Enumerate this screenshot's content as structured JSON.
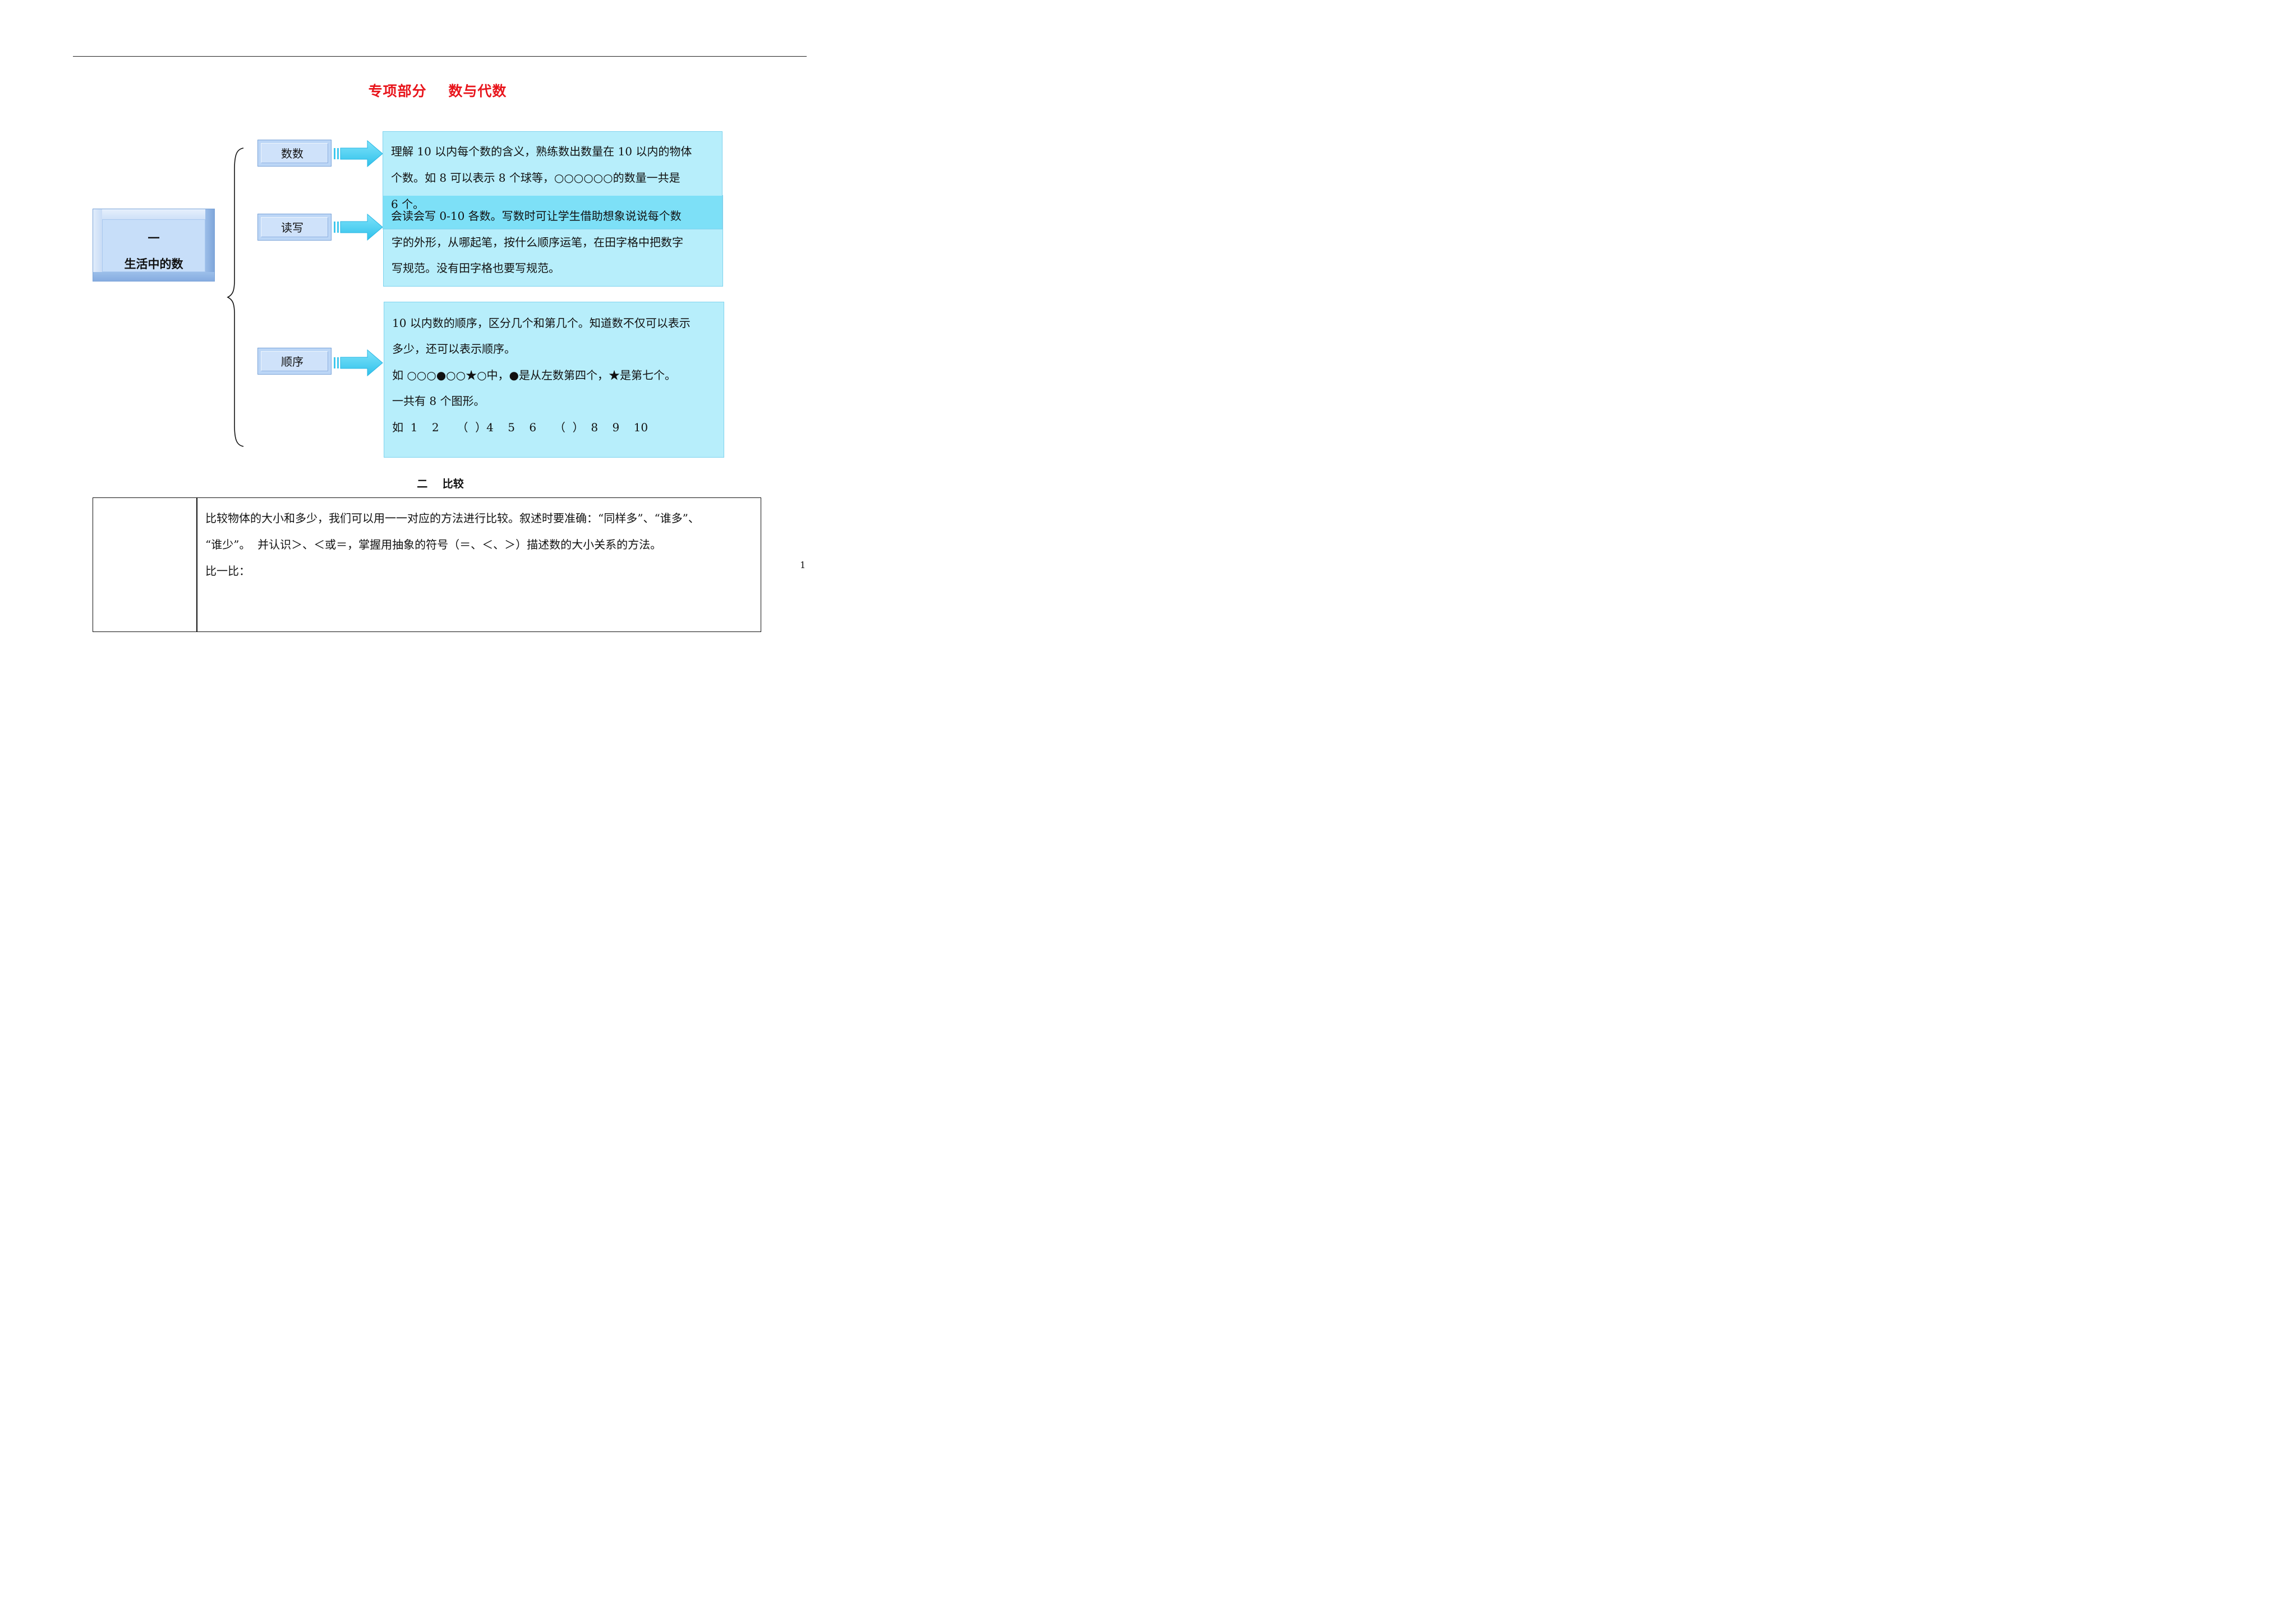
{
  "title": "专项部分    数与代数",
  "section1": {
    "num": "一",
    "name": "生活中的数"
  },
  "labels": [
    "数数",
    "读写",
    "顺序"
  ],
  "box1": {
    "line1": "理解 10 以内每个数的含义，熟练数出数量在 10 以内的物体",
    "line2": "个数。如  8 可以表示 8 个球等，○○○○○○的数量一共是",
    "line3": "6 个。"
  },
  "box2": {
    "line1": "会读会写 0-10 各数。写数时可让学生借助想象说说每个数",
    "line2": "字的外形，从哪起笔，按什么顺序运笔，在田字格中把数字",
    "line3": "写规范。没有田字格也要写规范。"
  },
  "box3": {
    "line1": "10 以内数的顺序，区分几个和第几个。知道数不仅可以表示",
    "line2": "多少，还可以表示顺序。",
    "line3": "如  ○○○●○○★○中，●是从左数第四个，★是第七个。",
    "line4": "一共有 8 个图形。",
    "line5": "如  1    2     （  ）4    5    6     （  ）  8    9    10"
  },
  "section2": "二    比较",
  "table": {
    "line1": "比较物体的大小和多少，我们可以用一一对应的方法进行比较。叙述时要准确：“同样多”、“谁多”、",
    "line2": "“谁少”。  并认识＞、＜或＝，掌握用抽象的符号（＝、＜、＞）描述数的大小关系的方法。",
    "line3": "比一比："
  },
  "page_number": "1"
}
